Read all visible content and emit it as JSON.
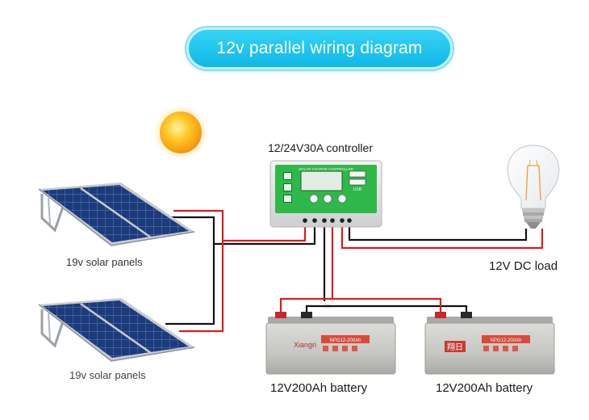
{
  "title": "12v parallel wiring diagram",
  "labels": {
    "controller": "12/24V30A controller",
    "panel_top": "19v solar panels",
    "panel_bottom": "19v solar panels",
    "load": "12V DC load",
    "battery_left": "12V200Ah battery",
    "battery_right": "12V200Ah battery"
  },
  "battery_marks": {
    "left_brand": "Xiangri",
    "left_model": "NPG12-200Ah",
    "right_brand": "翔日",
    "right_model": "NPG12-200Ah"
  },
  "controller_marks": {
    "header": "SOLAR CHARGE CONTROLLER",
    "usb": "USB"
  },
  "colors": {
    "title_bg": "#1ec3ee",
    "wire_positive": "#d81e1e",
    "wire_negative": "#111111",
    "controller_green": "#2fb84a",
    "panel_cell": "#1d3a78",
    "battery_case": "#c9cac6",
    "sun": "#f5b51d"
  },
  "icons": [
    "sun-icon",
    "light-bulb-icon"
  ]
}
